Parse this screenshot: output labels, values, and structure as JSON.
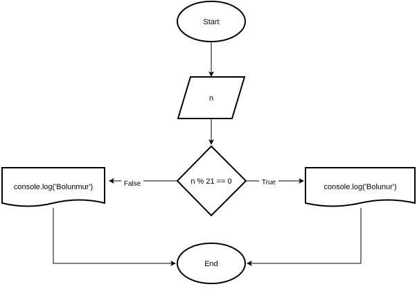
{
  "nodes": {
    "start": "Start",
    "input": "n",
    "decision": "n % 21 == 0",
    "false_output": "console.log('Bolunmur')",
    "true_output": "console.log('Bolunur')",
    "end": "End"
  },
  "edges": {
    "false_label": "False",
    "true_label": "True"
  }
}
